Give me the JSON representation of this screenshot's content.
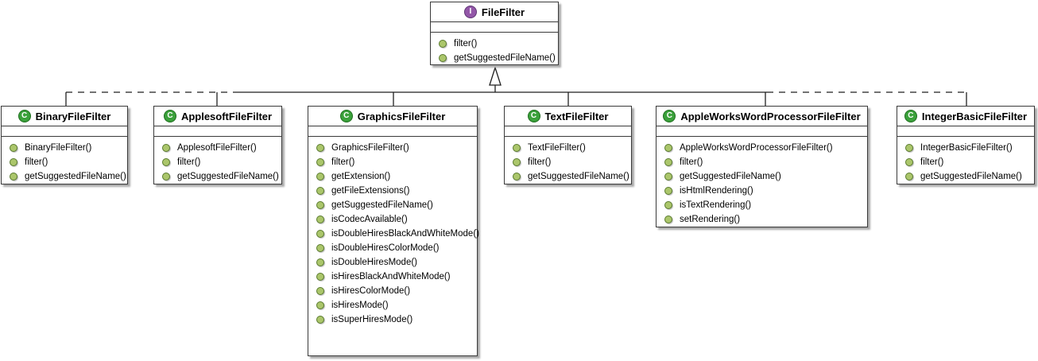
{
  "diagram": {
    "icons": {
      "interface_letter": "I",
      "class_letter": "C"
    },
    "interface": {
      "name": "FileFilter",
      "methods": [
        "filter()",
        "getSuggestedFileName()"
      ]
    },
    "classes": [
      {
        "name": "BinaryFileFilter",
        "methods": [
          "BinaryFileFilter()",
          "filter()",
          "getSuggestedFileName()"
        ]
      },
      {
        "name": "ApplesoftFileFilter",
        "methods": [
          "ApplesoftFileFilter()",
          "filter()",
          "getSuggestedFileName()"
        ]
      },
      {
        "name": "GraphicsFileFilter",
        "methods": [
          "GraphicsFileFilter()",
          "filter()",
          "getExtension()",
          "getFileExtensions()",
          "getSuggestedFileName()",
          "isCodecAvailable()",
          "isDoubleHiresBlackAndWhiteMode()",
          "isDoubleHiresColorMode()",
          "isDoubleHiresMode()",
          "isHiresBlackAndWhiteMode()",
          "isHiresColorMode()",
          "isHiresMode()",
          "isSuperHiresMode()"
        ]
      },
      {
        "name": "TextFileFilter",
        "methods": [
          "TextFileFilter()",
          "filter()",
          "getSuggestedFileName()"
        ]
      },
      {
        "name": "AppleWorksWordProcessorFileFilter",
        "methods": [
          "AppleWorksWordProcessorFileFilter()",
          "filter()",
          "getSuggestedFileName()",
          "isHtmlRendering()",
          "isTextRendering()",
          "setRendering()"
        ]
      },
      {
        "name": "IntegerBasicFileFilter",
        "methods": [
          "IntegerBasicFileFilter()",
          "filter()",
          "getSuggestedFileName()"
        ]
      }
    ],
    "relationship": "interface-realization",
    "colors": {
      "box_border": "#3a3a3a",
      "box_shadow": "#aaaaaa",
      "class_icon_green": "#3ba13b",
      "interface_icon_purple": "#9357a8",
      "method_dot_green": "#abc66b",
      "connector_black": "#1f1f1f",
      "background": "#ffffff"
    }
  }
}
